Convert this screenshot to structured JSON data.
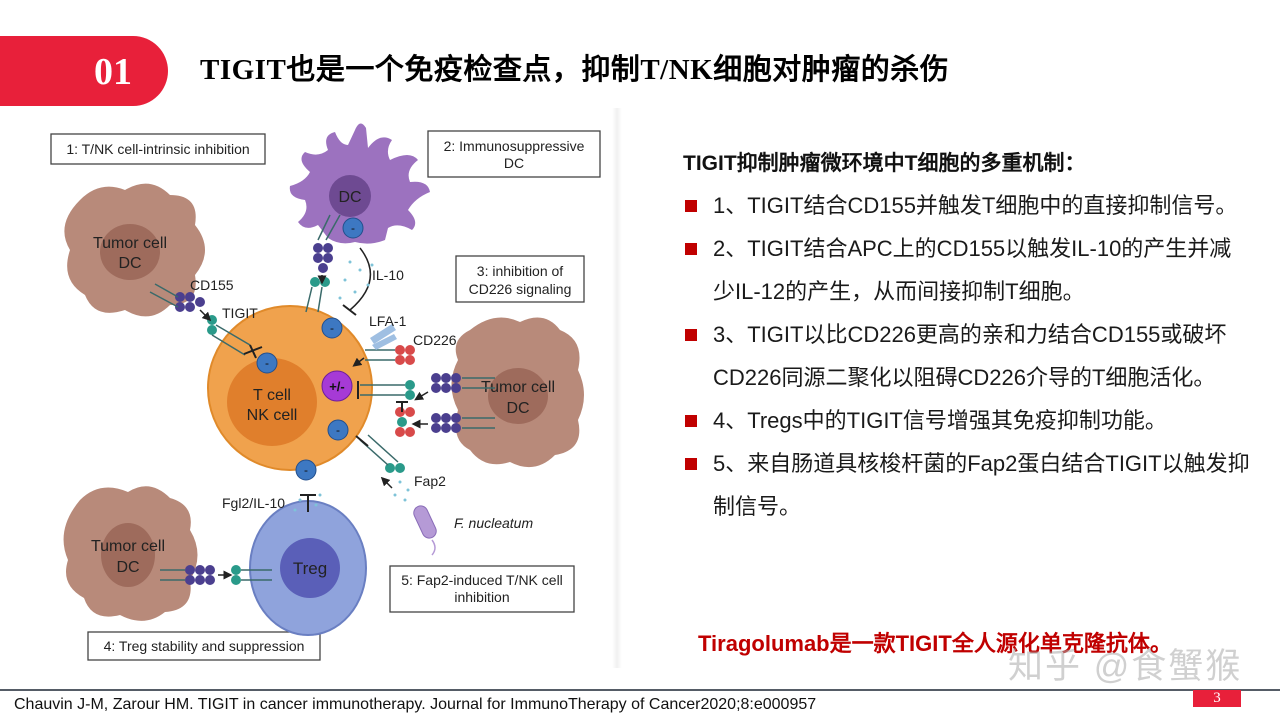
{
  "header": {
    "section_number": "01",
    "title_latin_1": "TIGIT",
    "title_cn_1": "也是一个免疫检查点，抑制",
    "title_latin_2": "T/NK",
    "title_cn_2": "细胞对肿瘤的杀伤",
    "accent_color": "#e8203a"
  },
  "diagram": {
    "boxes": {
      "box1": "1: T/NK cell-intrinsic inhibition",
      "box2_line1": "2: Immunosuppressive",
      "box2_line2": "DC",
      "box3_line1": "3: inhibition of",
      "box3_line2": "CD226 signaling",
      "box4": "4: Treg stability and suppression",
      "box5_line1": "5: Fap2-induced T/NK cell",
      "box5_line2": "inhibition"
    },
    "cells": {
      "tumor_line1": "Tumor cell",
      "tumor_line2": "DC",
      "dc": "DC",
      "tcell_line1": "T cell",
      "tcell_line2": "NK cell",
      "treg": "Treg",
      "signal_mixed": "+/-",
      "signal_negative": "-"
    },
    "labels": {
      "cd155": "CD155",
      "tigit": "TIGIT",
      "il10": "IL-10",
      "lfa1": "LFA-1",
      "cd226": "CD226",
      "fap2": "Fap2",
      "fgl2": "Fgl2/IL-10",
      "bacterium": "F. nucleatum"
    }
  },
  "mechanisms": {
    "heading": "TIGIT抑制肿瘤微环境中T细胞的多重机制：",
    "items": [
      {
        "text": "1、TIGIT结合CD155并触发T细胞中的直接抑制信号。"
      },
      {
        "text": "2、TIGIT结合APC上的CD155以触发IL-10的产生并减少IL-12的产生，从而间接抑制T细胞。"
      },
      {
        "text": "3、TIGIT以比CD226更高的亲和力结合CD155或破坏CD226同源二聚化以阻碍CD226介导的T细胞活化。"
      },
      {
        "text": "4、Tregs中的TIGIT信号增强其免疫抑制功能。"
      },
      {
        "text": "5、来自肠道具核梭杆菌的Fap2蛋白结合TIGIT以触发抑制信号。"
      }
    ],
    "bullet_color": "#c00000"
  },
  "highlight": {
    "text": "Tiragolumab是一款TIGIT全人源化单克隆抗体。",
    "color": "#c00000"
  },
  "watermark": "知乎 @食蟹猴",
  "footer": {
    "citation": "Chauvin J-M, Zarour HM. TIGIT in cancer immunotherapy. Journal for ImmunoTherapy of Cancer2020;8:e000957",
    "page_number": "3"
  }
}
